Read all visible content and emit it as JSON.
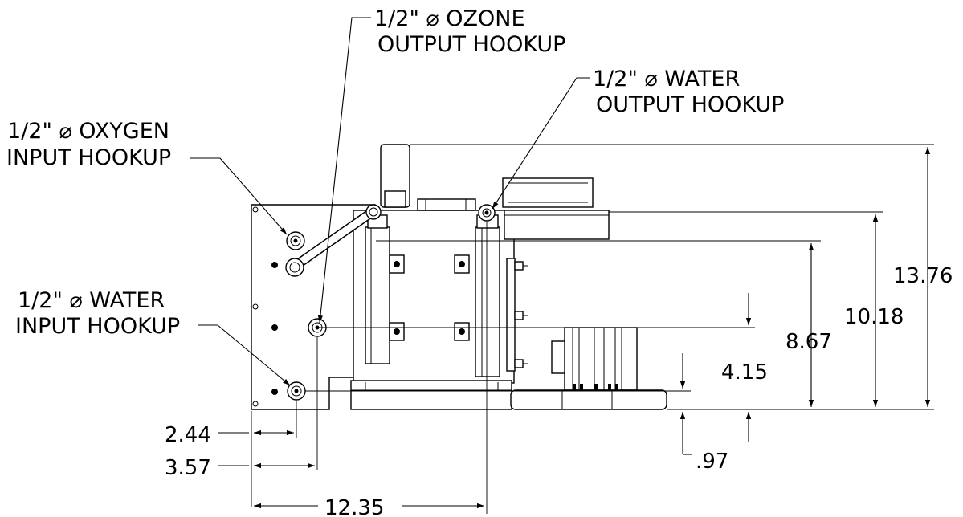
{
  "callouts": {
    "ozone_output": {
      "line1": "1/2\"  ⌀  OZONE",
      "line2": "OUTPUT HOOKUP"
    },
    "water_output": {
      "line1": "1/2\" ⌀  WATER",
      "line2": "OUTPUT HOOKUP"
    },
    "oxygen_input": {
      "line1": "1/2\"  ⌀  OXYGEN",
      "line2": "INPUT HOOKUP"
    },
    "water_input": {
      "line1": "1/2\"  ⌀  WATER",
      "line2": "INPUT HOOKUP"
    }
  },
  "dimensions": {
    "d_13_76": "13.76",
    "d_10_18": "10.18",
    "d_8_67": "8.67",
    "d_4_15": "4.15",
    "d_0_97": ".97",
    "d_2_44": "2.44",
    "d_3_57": "3.57",
    "d_12_35": "12.35"
  }
}
